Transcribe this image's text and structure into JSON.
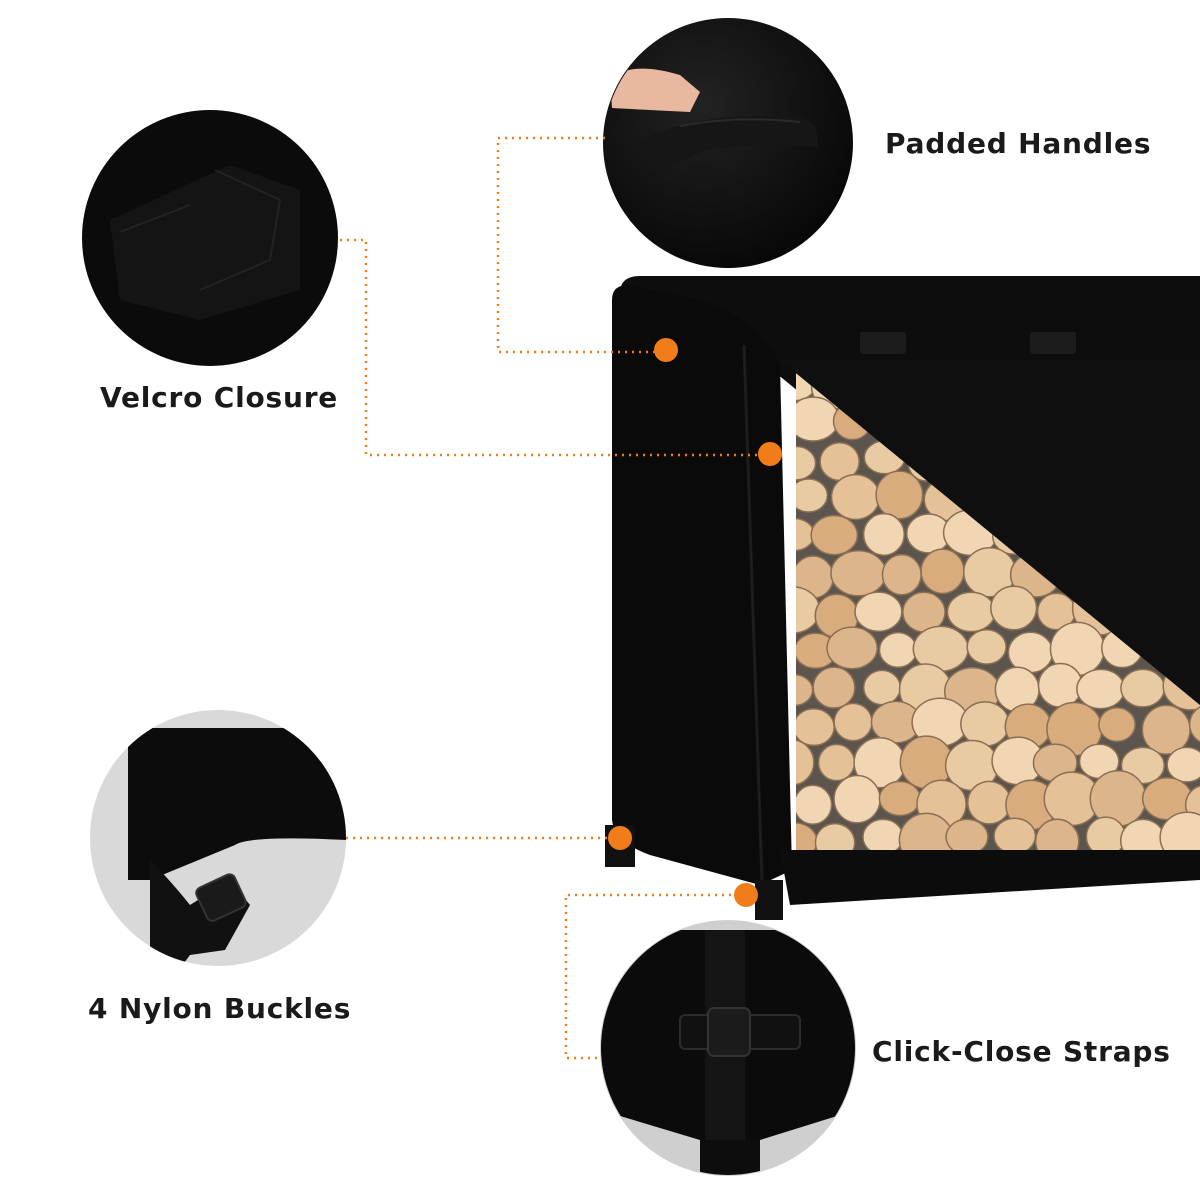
{
  "callouts": {
    "padded_handles": "Padded Handles",
    "velcro_closure": "Velcro Closure",
    "nylon_buckles": "4 Nylon Buckles",
    "click_close_straps": "Click-Close Straps"
  },
  "colors": {
    "background": "#ffffff",
    "cover_black": "#0c0c0c",
    "callout_orange": "#f07d1a",
    "label_text": "#1a1a1a",
    "firewood_light": "#e8c9a0",
    "firewood_bark": "#6b6258",
    "inset_backdrop": "#d6d6d6"
  },
  "icons": {
    "callout_marker": "orange-dot",
    "callout_leader": "dotted-line"
  }
}
